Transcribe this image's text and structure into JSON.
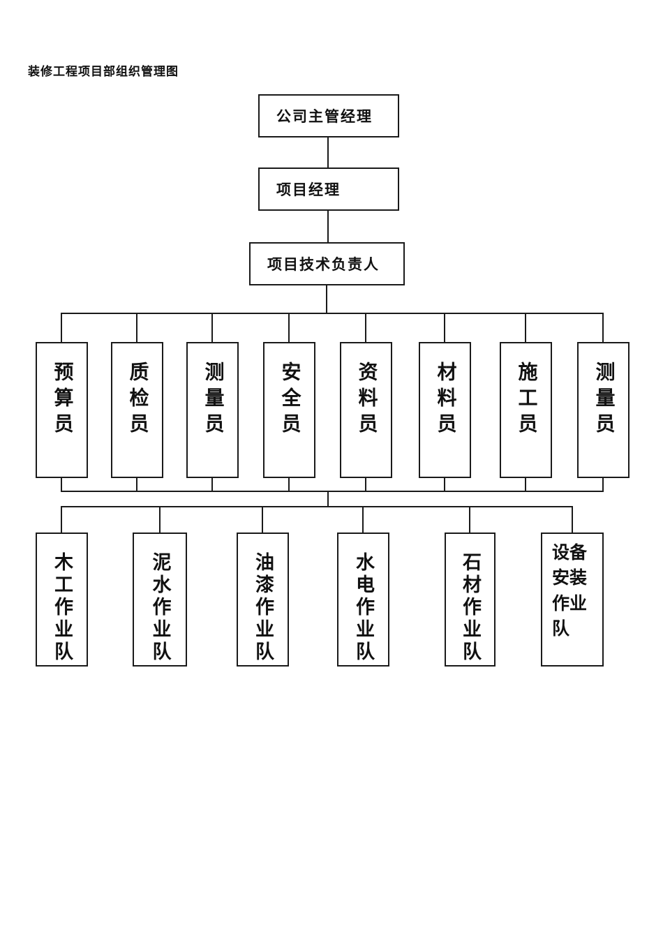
{
  "title": "装修工程项目部组织管理图",
  "org": {
    "top_manager": "公司主管经理",
    "project_manager": "项目经理",
    "tech_leader": "项目技术负责人",
    "staff": [
      {
        "label": "预算员"
      },
      {
        "label": "质检员"
      },
      {
        "label": "测量员"
      },
      {
        "label": "安全员"
      },
      {
        "label": "资料员"
      },
      {
        "label": "材料员"
      },
      {
        "label": "施工员"
      },
      {
        "label": "测量员"
      }
    ],
    "teams": [
      {
        "label": "木工作业队"
      },
      {
        "label": "泥水作业队"
      },
      {
        "label": "油漆作业队"
      },
      {
        "label": "水电作业队"
      },
      {
        "label": "石材作业队"
      },
      {
        "label": "设备安装作业队"
      }
    ],
    "line_color": "#1a1a1a"
  }
}
